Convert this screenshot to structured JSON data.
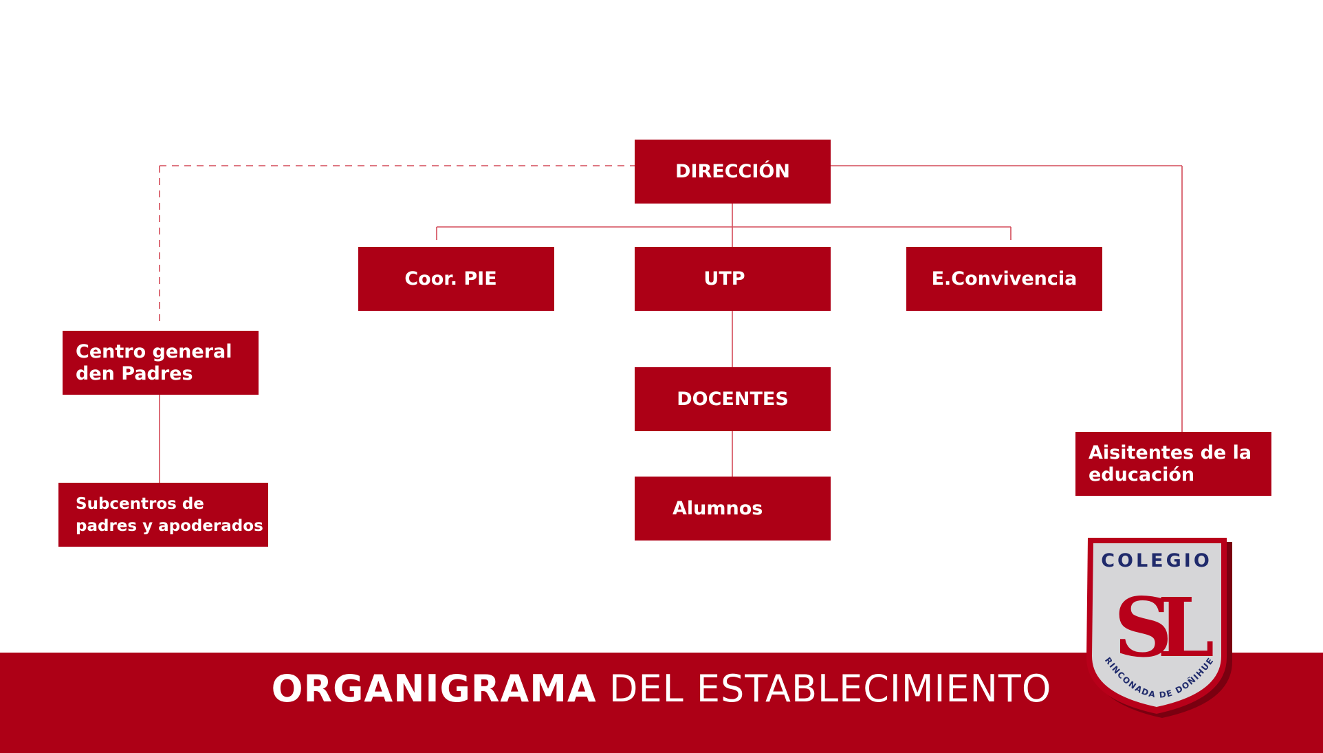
{
  "colors": {
    "primary": "#ad0016",
    "navy": "#1f2a6b",
    "shield": "#d6d6d8"
  },
  "org": {
    "direccion": "DIRECCIÓN",
    "coor_pie": "Coor. PIE",
    "utp": "UTP",
    "convivencia": "E.Convivencia",
    "docentes": "DOCENTES",
    "alumnos": "Alumnos",
    "centro_line1": "Centro general",
    "centro_line2": "den Padres",
    "subcentros_line1": "Subcentros de",
    "subcentros_line2": "padres y apoderados",
    "asistentes_line1": "Aisitentes de la",
    "asistentes_line2": "educación"
  },
  "footer": {
    "title_bold": "ORGANIGRAMA",
    "title_rest": " DEL ESTABLECIMIENTO"
  },
  "logo": {
    "top_text": "COLEGIO",
    "monogram": "SL",
    "bottom_text": "RINCONADA DE DOÑIHUE"
  }
}
